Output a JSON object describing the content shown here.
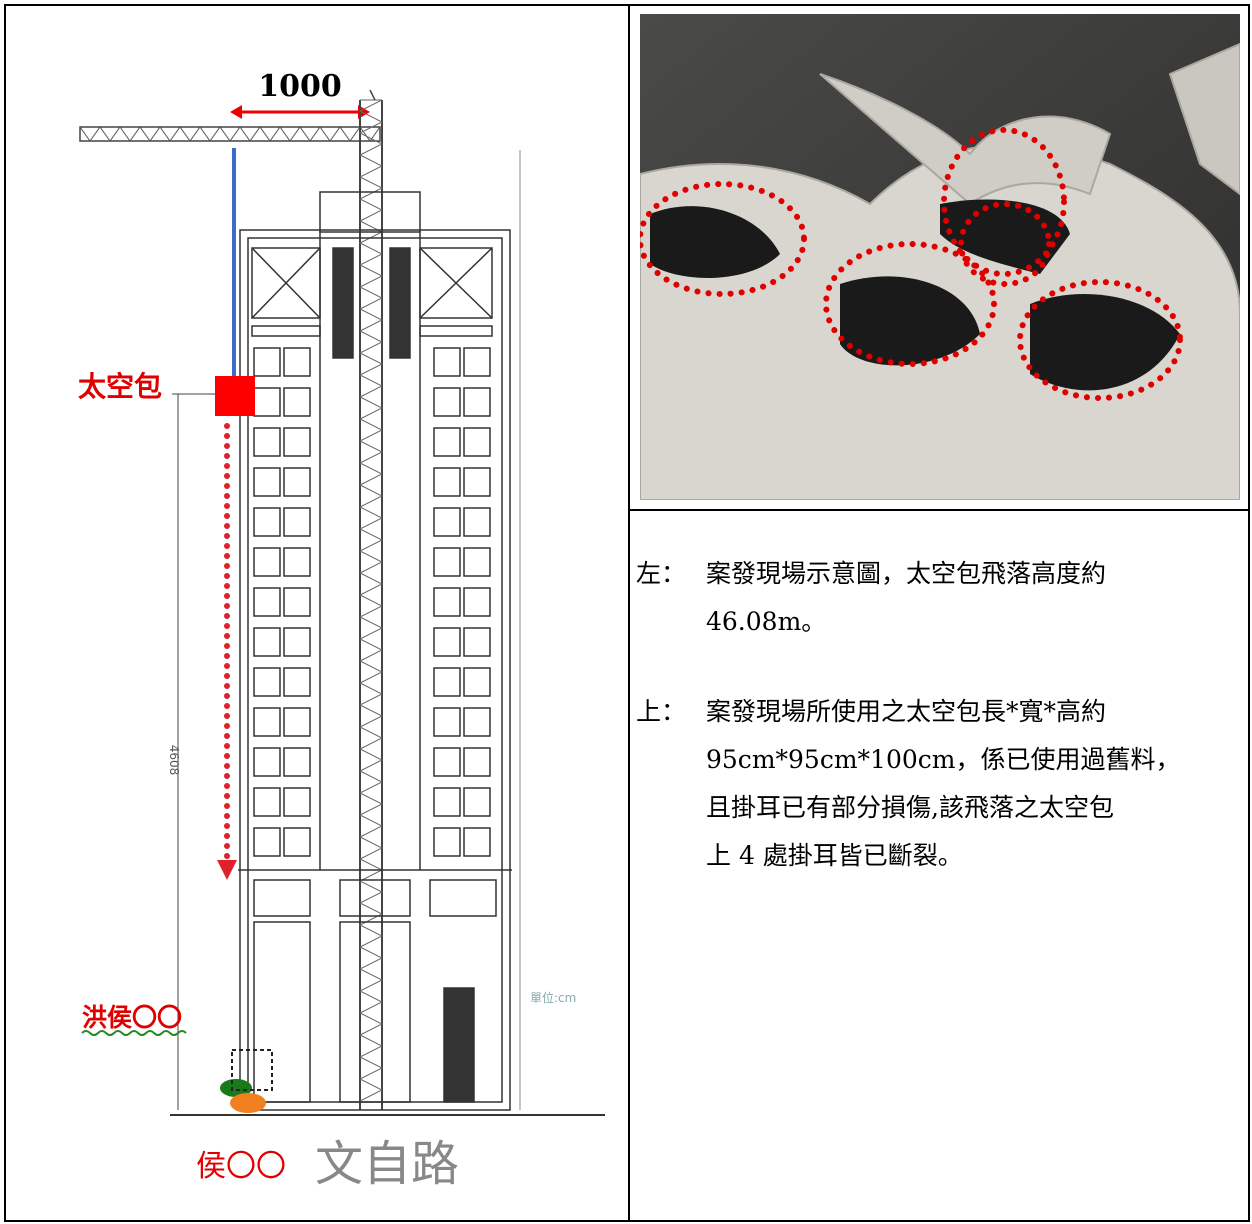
{
  "diagram": {
    "crane_span": "1000",
    "bag_label": "太空包",
    "height_label": "4608",
    "worker1": "洪侯〇〇",
    "worker2": "侯〇〇",
    "road": "文自路",
    "unit_note": "單位:cm",
    "colors": {
      "bag": "#ff0000",
      "fall_path": "#e0202a",
      "cable": "#3a6cc8",
      "worker1": "#1a7a1a",
      "worker2": "#f08020"
    }
  },
  "photo": {
    "circles": 5,
    "circle_color": "#e00000"
  },
  "captions": [
    {
      "label": "左：",
      "line1": "案發現場示意圖，太空包飛落高度約",
      "line2": "46.08m。"
    },
    {
      "label": "上：",
      "line1": "案發現場所使用之太空包長*寬*高約",
      "line2": "95cm*95cm*100cm，係已使用過舊料，",
      "line3": "且掛耳已有部分損傷,該飛落之太空包",
      "line4": "上 4 處掛耳皆已斷裂。"
    }
  ]
}
